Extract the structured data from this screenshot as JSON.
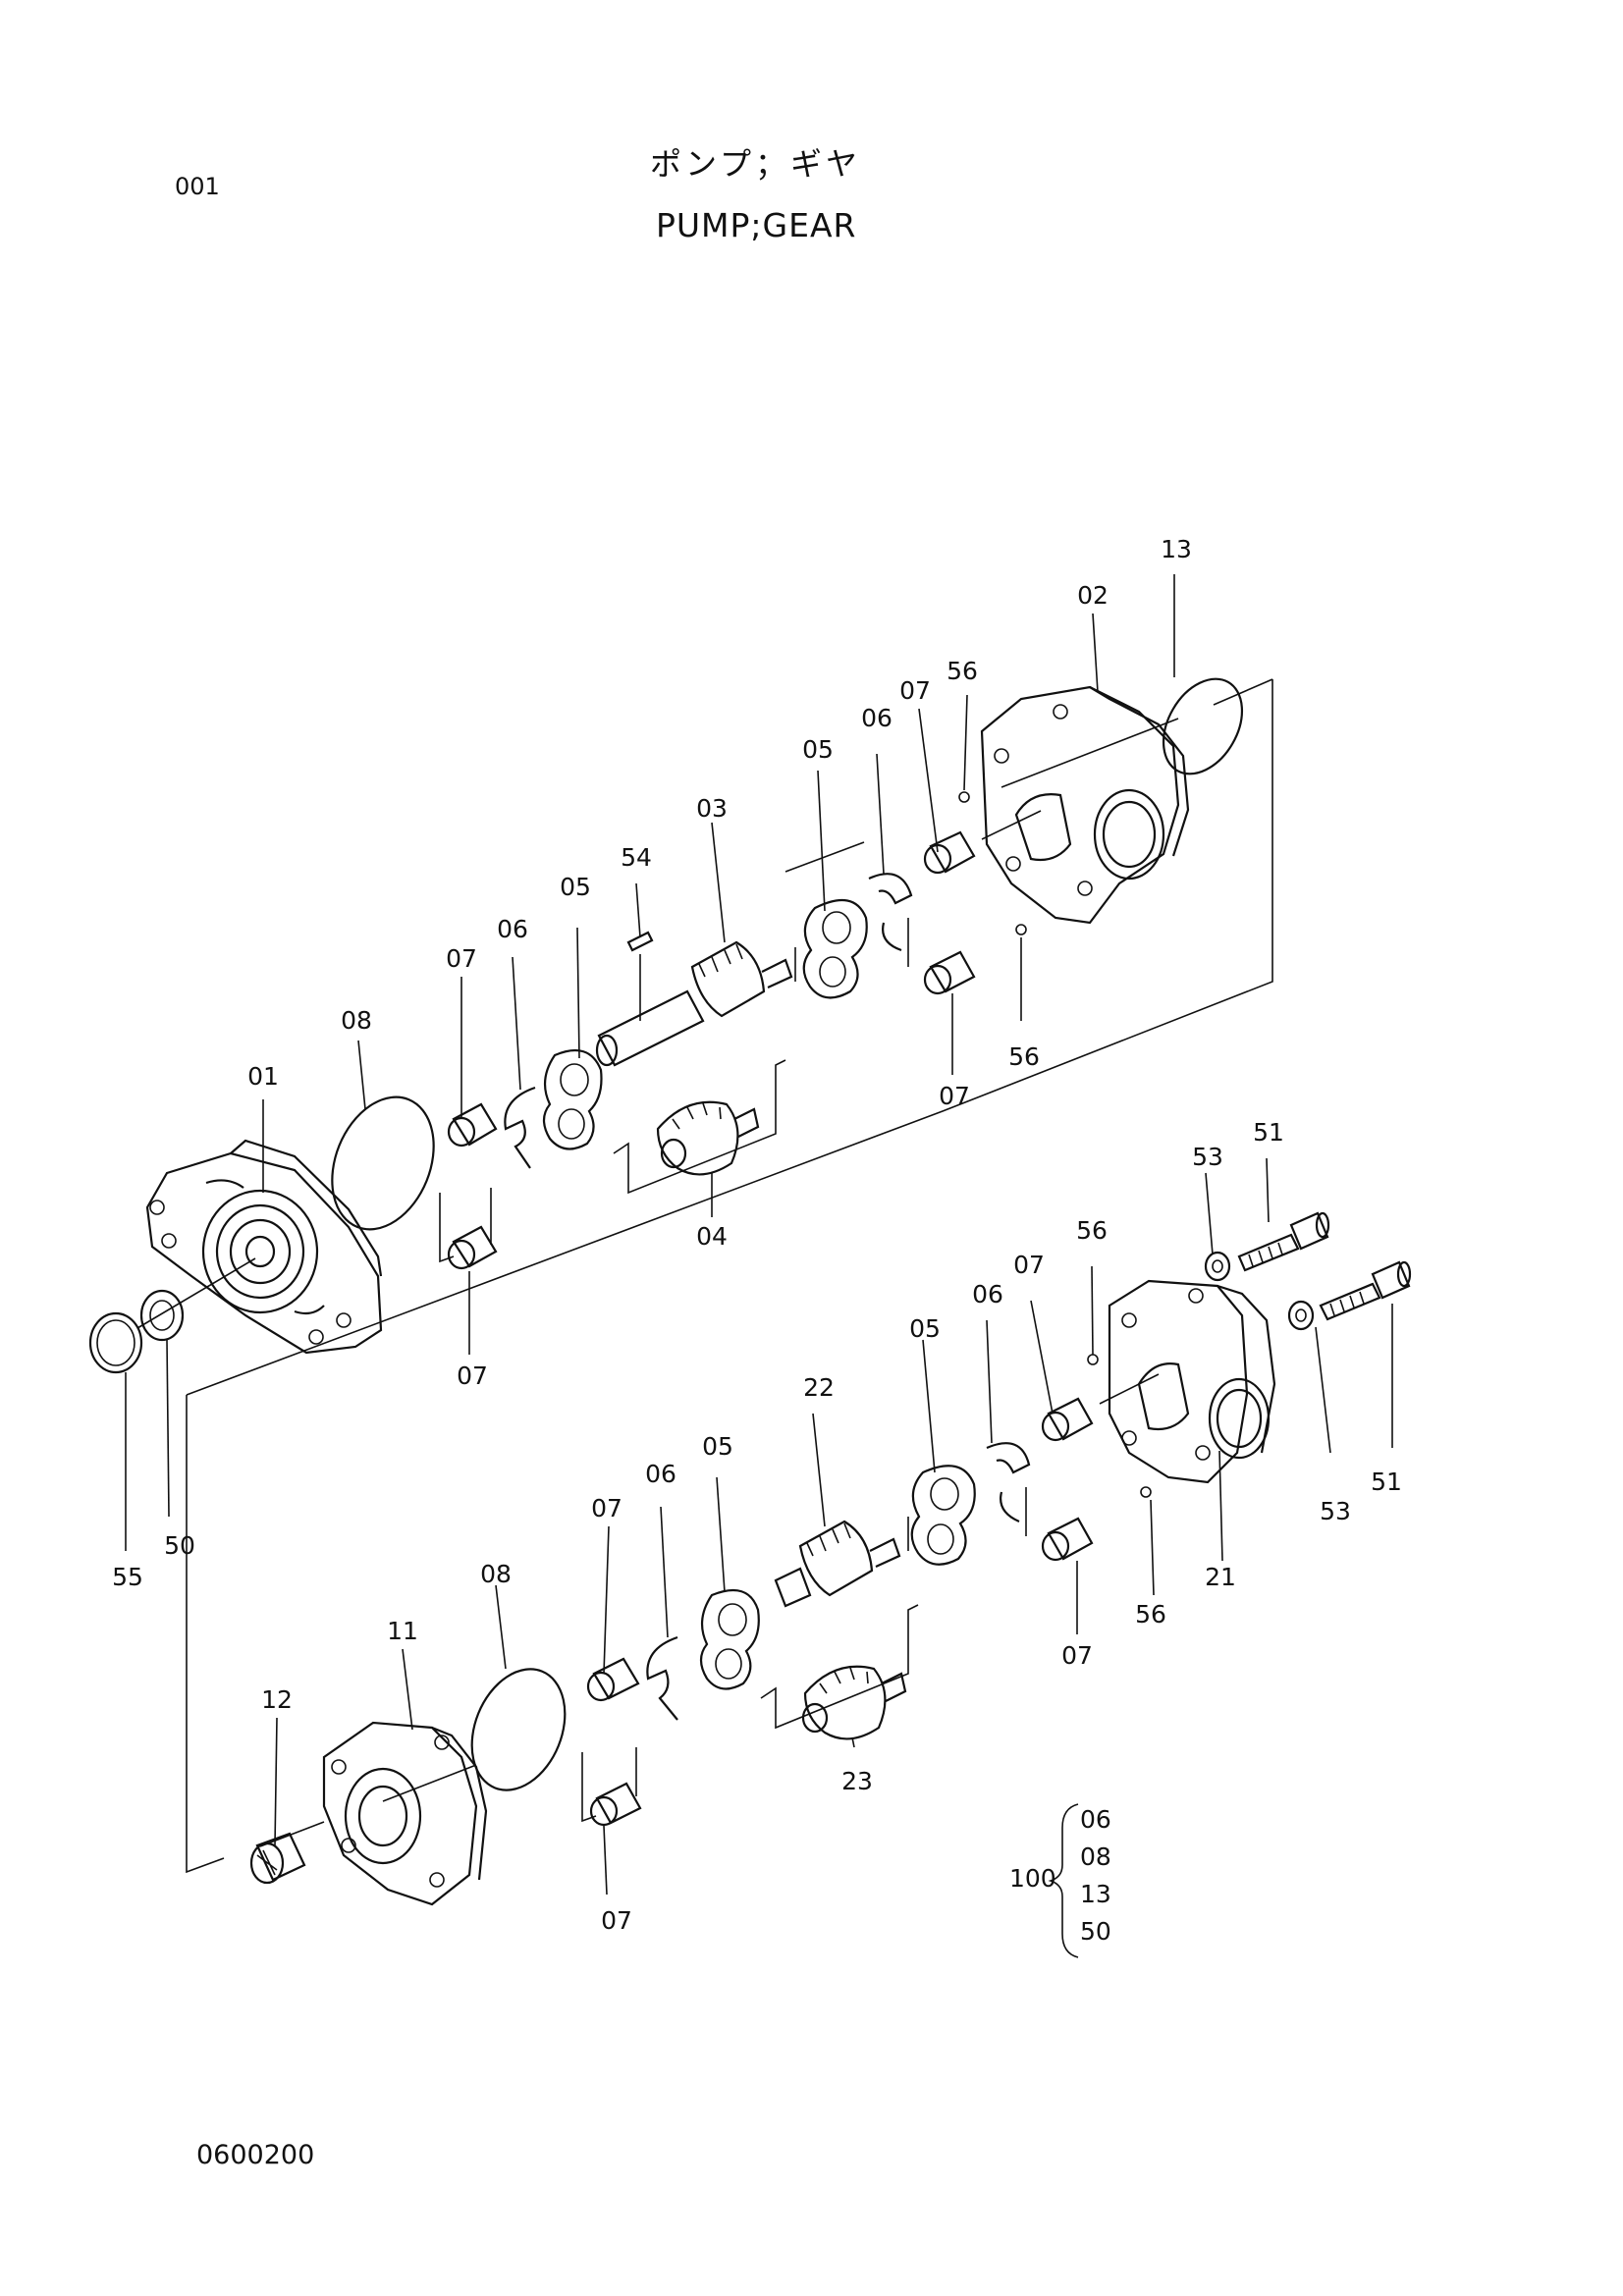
{
  "header": {
    "page_number": "001",
    "title_japanese": "ポンプ；ギヤ",
    "title_english": "PUMP;GEAR"
  },
  "footer": {
    "code": "0600200"
  },
  "callouts": {
    "c13": "13",
    "c02": "02",
    "c56a": "56",
    "c07a": "07",
    "c06a": "06",
    "c05a": "05",
    "c03": "03",
    "c54": "54",
    "c05b": "05",
    "c06b": "06",
    "c07b": "07",
    "c08a": "08",
    "c01": "01",
    "c56b": "56",
    "c07c": "07",
    "c04": "04",
    "c07d": "07",
    "c55": "55",
    "c50": "50",
    "c51a": "51",
    "c53a": "53",
    "c56c": "56",
    "c07e": "07",
    "c06c": "06",
    "c05c": "05",
    "c22": "22",
    "c05d": "05",
    "c06d": "06",
    "c07f": "07",
    "c08b": "08",
    "c11": "11",
    "c12": "12",
    "c23": "23",
    "c07g": "07",
    "c07h": "07",
    "c56d": "56",
    "c21": "21",
    "c53b": "53",
    "c51b": "51"
  },
  "kit": {
    "label": "100",
    "items": [
      "06",
      "08",
      "13",
      "50"
    ]
  }
}
